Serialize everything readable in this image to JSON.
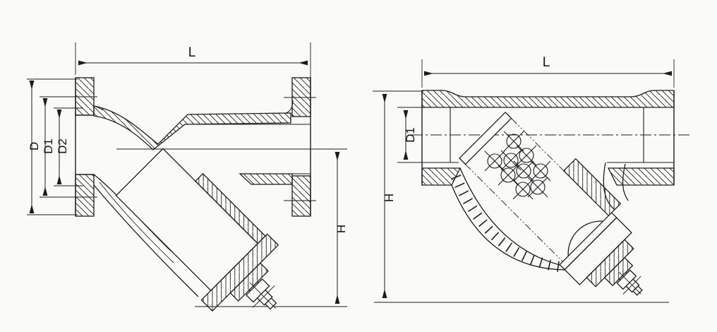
{
  "drawing": {
    "background": "#fafaf8",
    "ink": "#1c1c1c"
  },
  "left_view": {
    "labels": {
      "L": "L",
      "D": "D",
      "D1": "D1",
      "D2": "D2",
      "H": "H"
    }
  },
  "right_view": {
    "labels": {
      "L": "L",
      "D1": "D1",
      "H": "H"
    }
  }
}
